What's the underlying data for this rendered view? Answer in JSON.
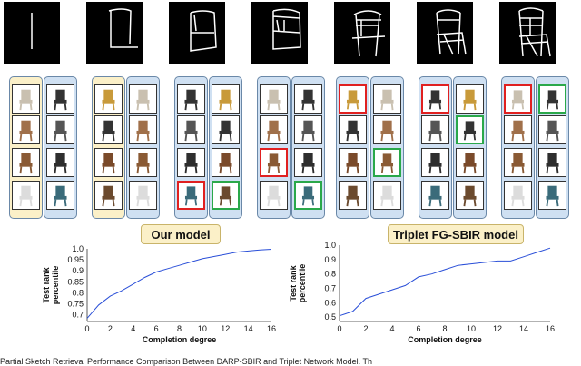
{
  "labels": {
    "our_model": "Our model",
    "triplet_model": "Triplet FG-SBIR model"
  },
  "charts": [
    {
      "type": "line",
      "xlabel": "Completion degree",
      "ylabel_lines": [
        "Test rank",
        "percentile"
      ],
      "xticks": [
        0,
        2,
        4,
        6,
        8,
        10,
        12,
        14,
        16
      ],
      "yticks": [
        0.7,
        0.75,
        0.8,
        0.85,
        0.9,
        0.95,
        1.0
      ],
      "yticklabels": [
        "0.7",
        "0.75",
        "0.8",
        "0.85",
        "0.9",
        "0.95",
        "1.0"
      ],
      "xlim": [
        0,
        16
      ],
      "ylim": [
        0.67,
        1.0
      ],
      "x": [
        0,
        1,
        2,
        3,
        4,
        5,
        6,
        7,
        8,
        9,
        10,
        11,
        12,
        13,
        14,
        15,
        16
      ],
      "y": [
        0.685,
        0.745,
        0.785,
        0.81,
        0.84,
        0.87,
        0.895,
        0.91,
        0.925,
        0.94,
        0.955,
        0.965,
        0.975,
        0.985,
        0.99,
        0.995,
        0.998
      ],
      "line_color": "#2a4fd8"
    },
    {
      "type": "line",
      "xlabel": "Completion degree",
      "ylabel_lines": [
        "Test rank",
        "percentile"
      ],
      "xticks": [
        0,
        2,
        4,
        6,
        8,
        10,
        12,
        14,
        16
      ],
      "yticks": [
        0.5,
        0.6,
        0.7,
        0.8,
        0.9,
        1.0
      ],
      "yticklabels": [
        "0.5",
        "0.6",
        "0.7",
        "0.8",
        "0.9",
        "1.0"
      ],
      "xlim": [
        0,
        16
      ],
      "ylim": [
        0.47,
        1.0
      ],
      "x": [
        0,
        1,
        2,
        3,
        4,
        5,
        6,
        7,
        8,
        9,
        10,
        11,
        12,
        13,
        14,
        15,
        16
      ],
      "y": [
        0.51,
        0.54,
        0.63,
        0.66,
        0.69,
        0.72,
        0.78,
        0.8,
        0.83,
        0.86,
        0.87,
        0.88,
        0.89,
        0.89,
        0.92,
        0.95,
        0.98
      ],
      "line_color": "#2a4fd8"
    }
  ],
  "chart_data": [
    {
      "type": "line",
      "x": [
        0,
        1,
        2,
        3,
        4,
        5,
        6,
        7,
        8,
        9,
        10,
        11,
        12,
        13,
        14,
        15,
        16
      ],
      "y": [
        0.685,
        0.745,
        0.785,
        0.81,
        0.84,
        0.87,
        0.895,
        0.91,
        0.925,
        0.94,
        0.955,
        0.965,
        0.975,
        0.985,
        0.99,
        0.995,
        0.998
      ],
      "xlabel": "Completion degree",
      "ylabel": "Test rank percentile",
      "xlim": [
        0,
        16
      ],
      "ylim": [
        0.67,
        1.0
      ],
      "grid": false
    },
    {
      "type": "line",
      "x": [
        0,
        1,
        2,
        3,
        4,
        5,
        6,
        7,
        8,
        9,
        10,
        11,
        12,
        13,
        14,
        15,
        16
      ],
      "y": [
        0.51,
        0.54,
        0.63,
        0.66,
        0.69,
        0.72,
        0.78,
        0.8,
        0.83,
        0.86,
        0.87,
        0.88,
        0.89,
        0.89,
        0.92,
        0.95,
        0.98
      ],
      "xlabel": "Completion degree",
      "ylabel": "Test rank percentile",
      "xlim": [
        0,
        16
      ],
      "ylim": [
        0.47,
        1.0
      ],
      "grid": false
    }
  ],
  "thumbnail_icons": [
    "stool-icon",
    "side-table-icon",
    "armchair-icon",
    "white-chair-icon",
    "ottoman-icon",
    "lounge-chair-icon",
    "pouf-icon",
    "drum-stool-icon",
    "yellow-chair-icon",
    "office-chair-icon",
    "wooden-chair-icon",
    "folding-chair-icon"
  ],
  "highlight_colors": {
    "red": "#e02020",
    "green": "#2aa84a"
  },
  "caption": "Partial Sketch Retrieval Performance Comparison Between DARP-SBIR and Triplet Network Model. Th"
}
